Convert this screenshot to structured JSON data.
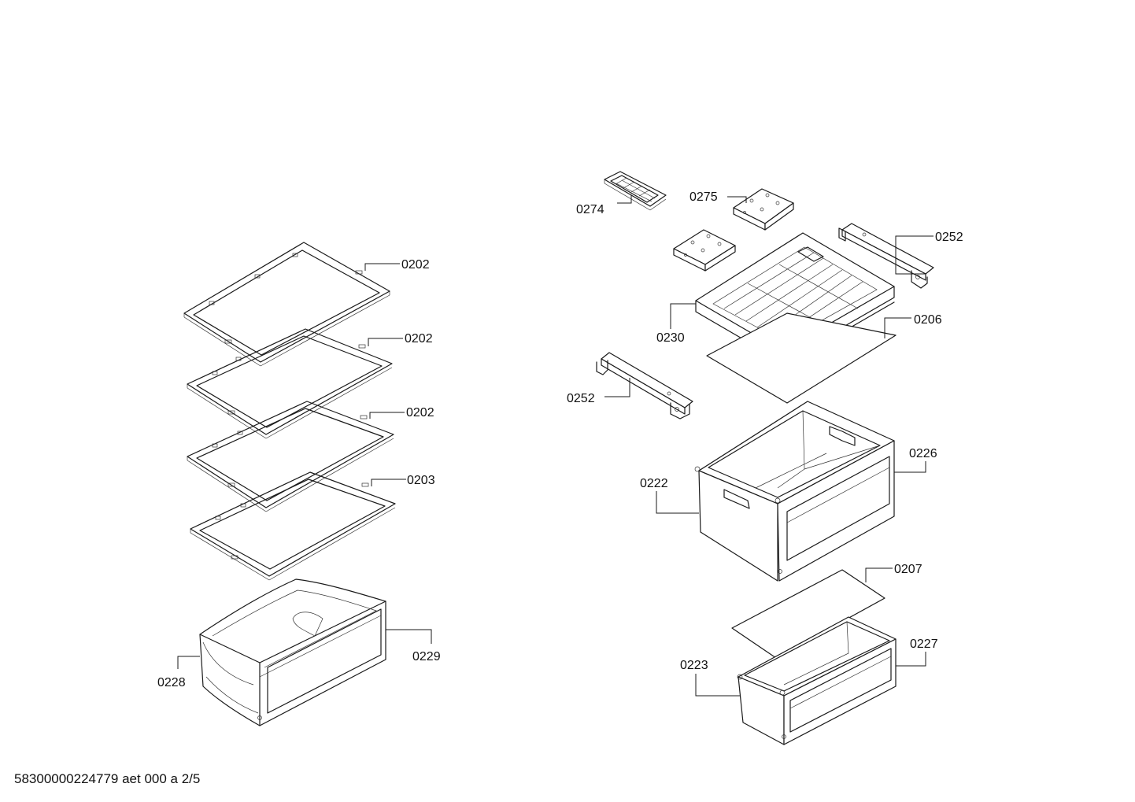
{
  "labels": {
    "shelf_1": "0202",
    "shelf_2": "0202",
    "shelf_3": "0202",
    "shelf_4": "0203",
    "drawer_left_body": "0228",
    "drawer_left_front": "0229",
    "ice_tray": "0274",
    "cold_pack": "0275",
    "rail_right": "0252",
    "rail_left": "0252",
    "tray": "0230",
    "cover_upper": "0206",
    "drawer_large_front": "0226",
    "drawer_large_body": "0222",
    "cover_lower": "0207",
    "drawer_small_front": "0227",
    "drawer_small_body": "0223"
  },
  "footer": "58300000224779 aet 000 a 2/5"
}
